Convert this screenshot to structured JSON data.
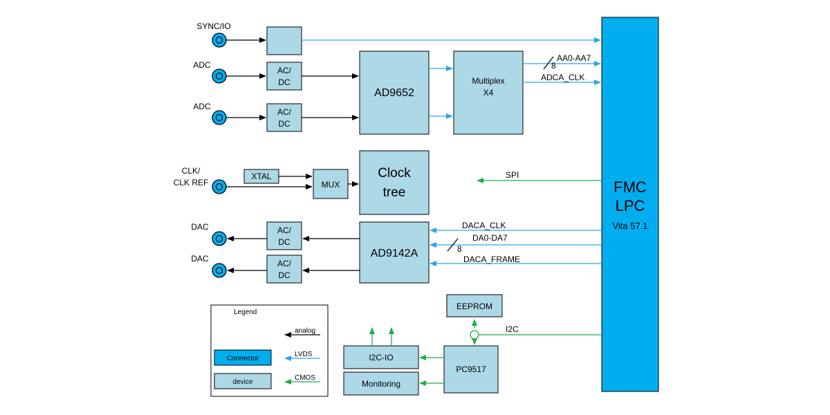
{
  "colors": {
    "device": "#add8e6",
    "connector": "#00aeef",
    "analog": "#000000",
    "lvds": "#2aa6e8",
    "cmos": "#1fae4b",
    "outline": "#000000"
  },
  "connectors": {
    "sync": "SYNC/IO",
    "adc1": "ADC",
    "adc2": "ADC",
    "clk_line1": "CLK/",
    "clk_line2": "CLK REF",
    "dac1": "DAC",
    "dac2": "DAC"
  },
  "blocks": {
    "acdc_line1": "AC/",
    "acdc_line2": "DC",
    "ad9652": "AD9652",
    "multiplex_line1": "Multiplex",
    "multiplex_line2": "X4",
    "xtal": "XTAL",
    "mux": "MUX",
    "clock_tree_line1": "Clock",
    "clock_tree_line2": "tree",
    "ad9142a": "AD9142A",
    "eeprom": "EEPROM",
    "i2c_io": "I2C-IO",
    "monitoring": "Monitoring",
    "pc9517": "PC9517"
  },
  "fmc": {
    "line1": "FMC",
    "line2": "LPC",
    "line3": "Vita 57.1"
  },
  "signals": {
    "adc_data": "AA0-AA7",
    "adc_bus_width": "8",
    "adc_clk": "ADCA_CLK",
    "spi": "SPI",
    "dac_clk": "DACA_CLK",
    "dac_data": "DA0-DA7",
    "dac_bus_width": "8",
    "dac_frame": "DACA_FRAME",
    "i2c": "I2C"
  },
  "legend": {
    "title": "Legend",
    "analog": "analog",
    "lvds": "LVDS",
    "cmos": "CMOS",
    "connector": "Connector",
    "device": "device"
  }
}
